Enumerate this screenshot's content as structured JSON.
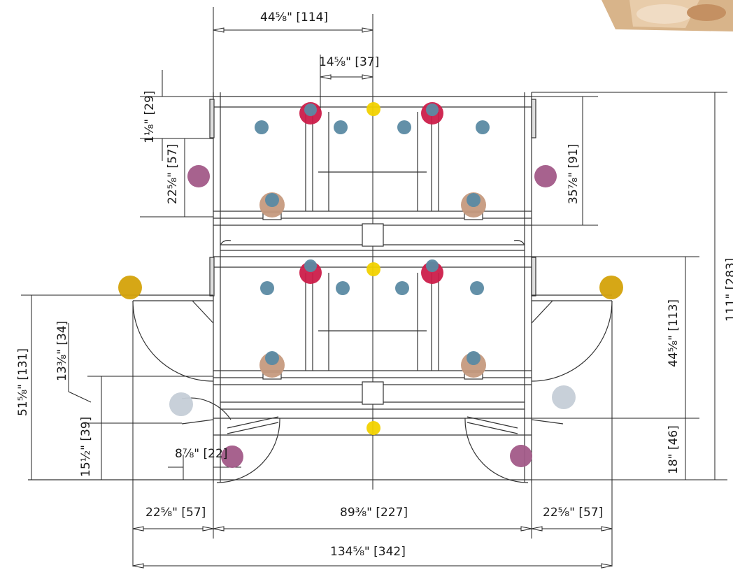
{
  "drawing": {
    "dimensions": {
      "top_width": "44⅝\" [114]",
      "divider_spacing": "14⅝\" [37]",
      "top_clearance": "1⅛\" [29]",
      "upper_drinker_height": "22⅝\" [57]",
      "tier_height_upper": "35⅞\" [91]",
      "total_height": "111\" [283]",
      "tier_height_lower": "44⅝\" [113]",
      "floor_clearance": "18\" [46]",
      "side_height": "51⅝\" [131]",
      "step_height": "13⅜\" [34]",
      "lower_step": "15½\" [39]",
      "small_offset": "8⅞\" [22]",
      "left_platform": "22⅝\" [57]",
      "center_width": "89⅜\" [227]",
      "right_platform": "22⅝\" [57]",
      "overall_width": "134⅝\" [342]"
    },
    "colors": {
      "line": "#1a1a1a",
      "feeder_red": "#cc1d4a",
      "nipple_blue": "#5b8aa3",
      "egg_yellow": "#f2d200",
      "perch_purple": "#a25a88",
      "gold_marker": "#d4a20a",
      "nest_tan": "#c69a7e",
      "light_grey": "#c5cdd7"
    },
    "icons": {
      "corner_photo": "poultry-photo-icon"
    }
  }
}
